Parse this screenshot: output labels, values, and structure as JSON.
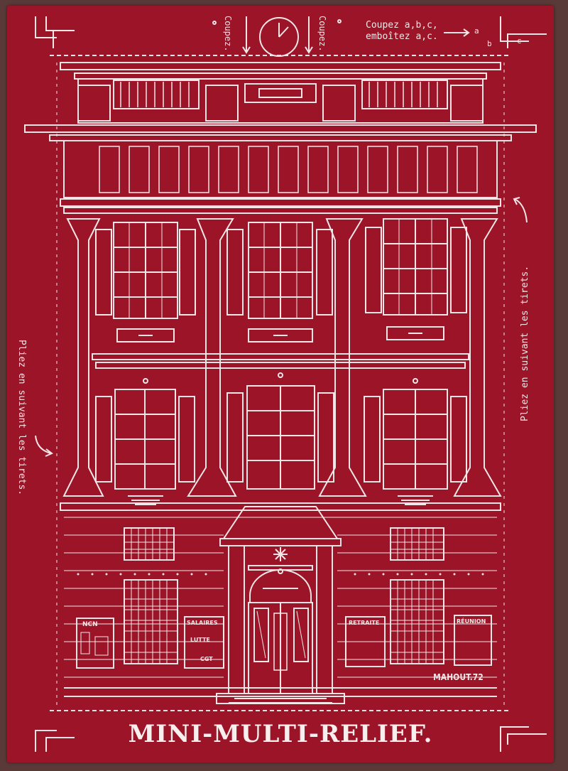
{
  "colors": {
    "card": "#9c1428",
    "line": "#f2e6e6",
    "backdrop": "#5a3a38"
  },
  "instructions": {
    "cut_left": "Coupez.",
    "cut_right": "Coupez.",
    "cut_abc_line1": "Coupez a,b,c,",
    "cut_abc_line2": "emboîtez a,c.",
    "label_a": "a",
    "label_b": "b",
    "label_c": "c",
    "fold_left": "Pliez en suivant les tirets.",
    "fold_right": "Pliez en suivant les tirets."
  },
  "signs": {
    "ncn": "NCN",
    "salaires": "SALAIRES",
    "lutte": "LUTTE",
    "cgt": "CGT",
    "retraite": "RETRAITE",
    "reunion": "RÉUNION"
  },
  "signature": "MAHOUT.72",
  "title": "MINI-MULTI-RELIEF."
}
